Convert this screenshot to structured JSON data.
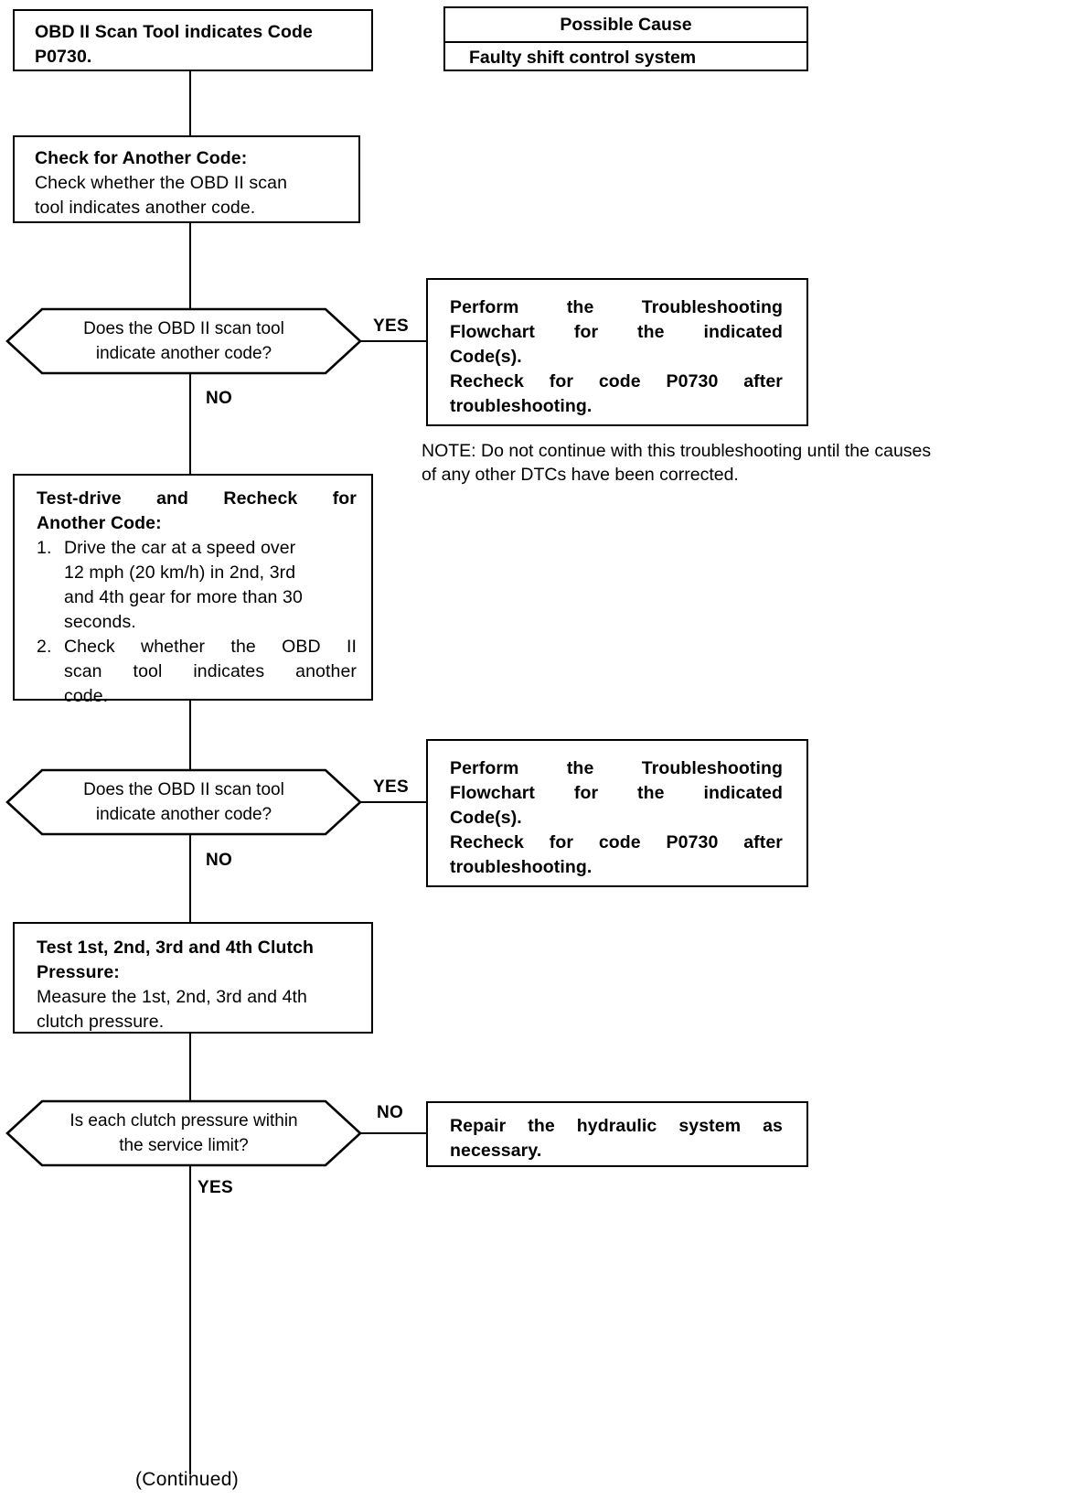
{
  "table": {
    "header": "Possible Cause",
    "rows": [
      "Faulty shift control system"
    ]
  },
  "nodes": {
    "start": {
      "line1": "OBD II Scan Tool indicates Code",
      "line2": "P0730."
    },
    "check_code": {
      "title": "Check for Another Code:",
      "line1": "Check whether the OBD II scan",
      "line2": "tool indicates another code."
    },
    "decision1": {
      "line1": "Does the OBD II scan tool",
      "line2": "indicate another code?",
      "yes": "YES",
      "no": "NO"
    },
    "action1": {
      "line1": "Perform the Troubleshooting",
      "line2": "Flowchart for the indicated",
      "line3": "Code(s).",
      "line4": "Recheck for code P0730 after",
      "line5": "troubleshooting."
    },
    "note1": {
      "line1": "NOTE: Do not continue with this troubleshooting until the causes",
      "line2": "of any other DTCs have been corrected."
    },
    "testdrive": {
      "title1": "Test-drive and Recheck for",
      "title2": "Another Code:",
      "item1_num": "1.",
      "item1_l1": "Drive the car at a speed over",
      "item1_l2": "12 mph (20 km/h) in 2nd, 3rd",
      "item1_l3": "and 4th gear for more than 30",
      "item1_l4": "seconds.",
      "item2_num": "2.",
      "item2_l1": "Check whether the OBD II",
      "item2_l2": "scan tool indicates another",
      "item2_l3": "code."
    },
    "decision2": {
      "line1": "Does the OBD II scan tool",
      "line2": "indicate another code?",
      "yes": "YES",
      "no": "NO"
    },
    "action2": {
      "line1": "Perform the Troubleshooting",
      "line2": "Flowchart for the indicated",
      "line3": "Code(s).",
      "line4": "Recheck for code P0730 after",
      "line5": "troubleshooting."
    },
    "clutch_test": {
      "title1": "Test 1st, 2nd, 3rd and 4th Clutch",
      "title2": "Pressure:",
      "line1": "Measure the 1st, 2nd, 3rd and 4th",
      "line2": "clutch pressure."
    },
    "decision3": {
      "line1": "Is each clutch pressure within",
      "line2": "the service limit?",
      "no": "NO",
      "yes": "YES"
    },
    "action3": {
      "line1": "Repair the hydraulic system as",
      "line2": "necessary."
    },
    "continued": "(Continued)"
  },
  "colors": {
    "stroke": "#000000",
    "background": "#ffffff"
  }
}
